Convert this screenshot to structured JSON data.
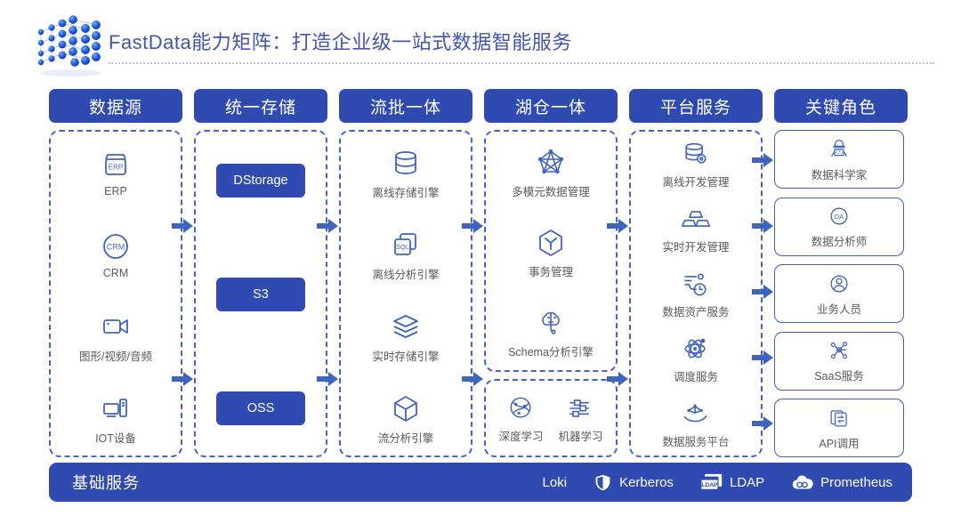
{
  "header": {
    "title": "FastData能力矩阵：打造企业级一站式数据智能服务",
    "logo_icon": "blue-sphere-cube-logo"
  },
  "colors": {
    "brand_blue": "#2f4ab0",
    "title_blue": "#4055b4",
    "dashed_border": "#4763c9",
    "icon_blue": "#3f64c0",
    "label_gray": "#5a5a5a"
  },
  "columns": [
    {
      "header": "数据源",
      "type": "icon-list",
      "items": [
        {
          "label": "ERP",
          "icon": "erp-box-icon"
        },
        {
          "label": "CRM",
          "icon": "crm-circle-icon"
        },
        {
          "label": "图形/视频/音频",
          "icon": "video-camera-icon"
        },
        {
          "label": "IOT设备",
          "icon": "iot-device-icon"
        }
      ]
    },
    {
      "header": "统一存储",
      "type": "pill-list",
      "items": [
        {
          "label": "DStorage"
        },
        {
          "label": "S3"
        },
        {
          "label": "OSS"
        }
      ]
    },
    {
      "header": "流批一体",
      "type": "icon-list",
      "items": [
        {
          "label": "离线存储引擎",
          "icon": "database-stack-icon"
        },
        {
          "label": "离线分析引擎",
          "icon": "sql-pages-icon"
        },
        {
          "label": "实时存储引擎",
          "icon": "layers-icon"
        },
        {
          "label": "流分析引擎",
          "icon": "cube-outline-icon"
        }
      ]
    },
    {
      "header": "湖仓一体",
      "type": "split",
      "items": [
        {
          "label": "多模元数据管理",
          "icon": "pentagon-network-icon"
        },
        {
          "label": "事务管理",
          "icon": "hexagon-y-icon"
        },
        {
          "label": "Schema分析引擎",
          "icon": "brain-icon"
        }
      ],
      "sub_items": [
        {
          "label": "深度学习",
          "icon": "neural-globe-icon"
        },
        {
          "label": "机器学习",
          "icon": "sliders-icon"
        }
      ]
    },
    {
      "header": "平台服务",
      "type": "icon-list",
      "items": [
        {
          "label": "离线开发管理",
          "icon": "database-gear-icon"
        },
        {
          "label": "实时开发管理",
          "icon": "blocks-icon"
        },
        {
          "label": "数据资产服务",
          "icon": "pipeline-clock-icon"
        },
        {
          "label": "调度服务",
          "icon": "atom-icon"
        },
        {
          "label": "数据服务平台",
          "icon": "hand-data-icon"
        }
      ]
    },
    {
      "header": "关键角色",
      "type": "box-list",
      "items": [
        {
          "label": "数据科学家",
          "icon": "data-scientist-icon"
        },
        {
          "label": "数据分析师",
          "icon": "da-circle-icon"
        },
        {
          "label": "业务人员",
          "icon": "user-circle-icon"
        },
        {
          "label": "SaaS服务",
          "icon": "saas-network-icon"
        },
        {
          "label": "API调用",
          "icon": "api-exchange-icon"
        }
      ]
    }
  ],
  "footer": {
    "title": "基础服务",
    "items": [
      {
        "label": "Loki",
        "icon": "none"
      },
      {
        "label": "Kerberos",
        "icon": "shield-icon"
      },
      {
        "label": "LDAP",
        "icon": "ldap-window-icon"
      },
      {
        "label": "Prometheus",
        "icon": "prometheus-cloud-icon"
      }
    ]
  }
}
